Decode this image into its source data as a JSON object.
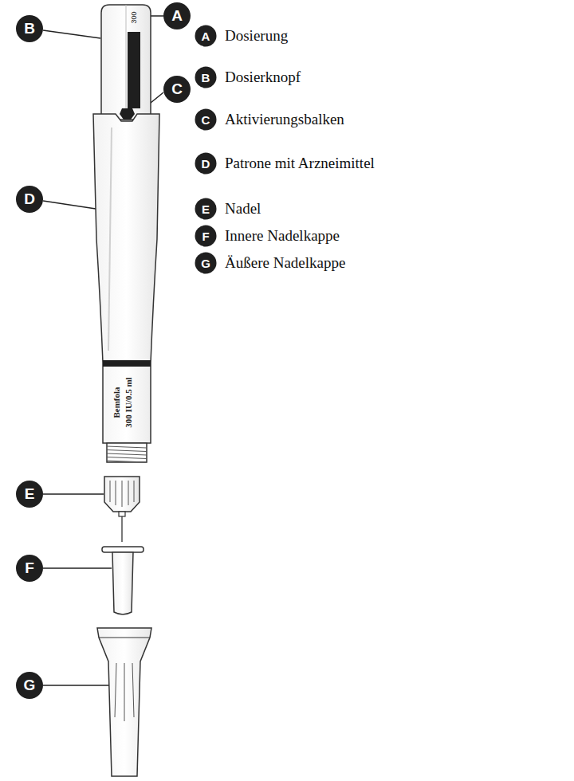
{
  "diagram": {
    "labels": [
      "B",
      "A",
      "C",
      "D",
      "E",
      "F",
      "G",
      "A",
      "Dosierung",
      "B",
      "Dosierknopf",
      "C",
      "Aktivierungsbalken",
      "D",
      "Patrone mit Arzneimittel",
      "E",
      "Nadel",
      "F",
      "Innere Nadelkappe",
      "G",
      "Äußere Nadelkappe",
      "300",
      "Bemfola",
      "300 IU/0.5 ml"
    ]
  }
}
